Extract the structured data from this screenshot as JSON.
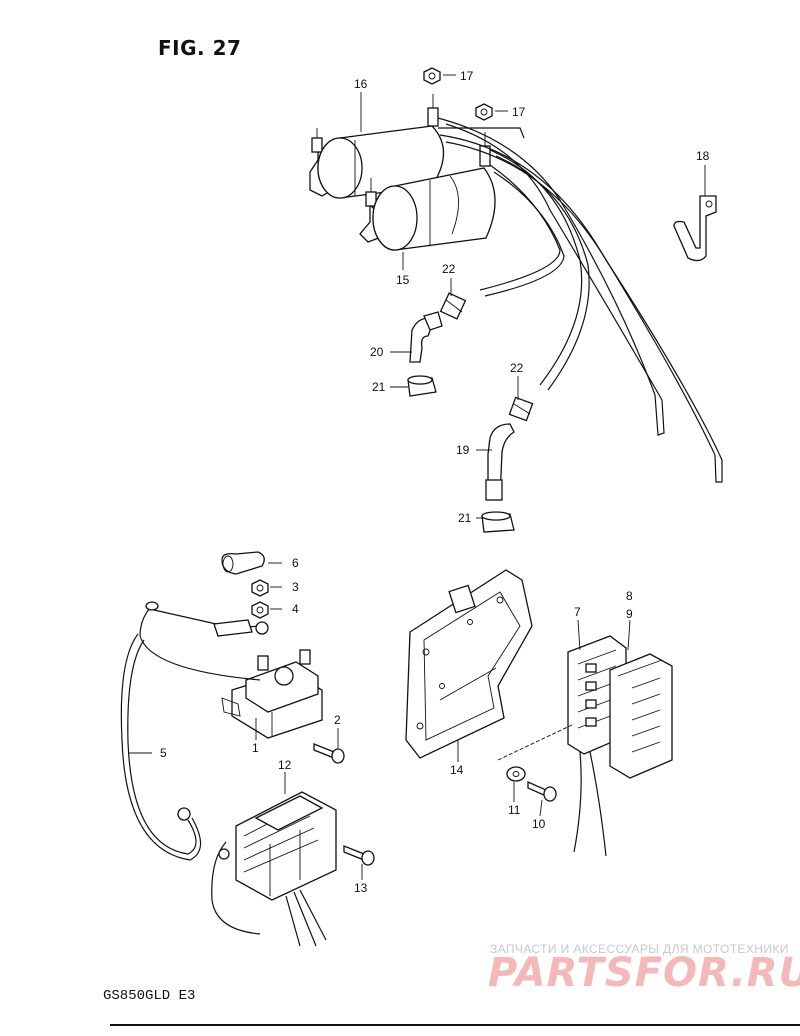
{
  "figure_title": "FIG. 27",
  "model_code": "GS850GLD E3",
  "watermark": {
    "tagline": "ЗАПЧАСТИ И АКСЕССУАРЫ ДЛЯ МОТОТЕХНИКИ",
    "logo": "PARTSFOR.RU"
  },
  "callouts": {
    "c1": "1",
    "c2": "2",
    "c3": "3",
    "c4": "4",
    "c5": "5",
    "c6": "6",
    "c7": "7",
    "c8": "8",
    "c9": "9",
    "c10": "10",
    "c11": "11",
    "c12": "12",
    "c13": "13",
    "c14": "14",
    "c15": "15",
    "c16": "16",
    "c17a": "17",
    "c17b": "17",
    "c18": "18",
    "c19": "19",
    "c20": "20",
    "c21a": "21",
    "c21b": "21",
    "c22a": "22",
    "c22b": "22"
  }
}
